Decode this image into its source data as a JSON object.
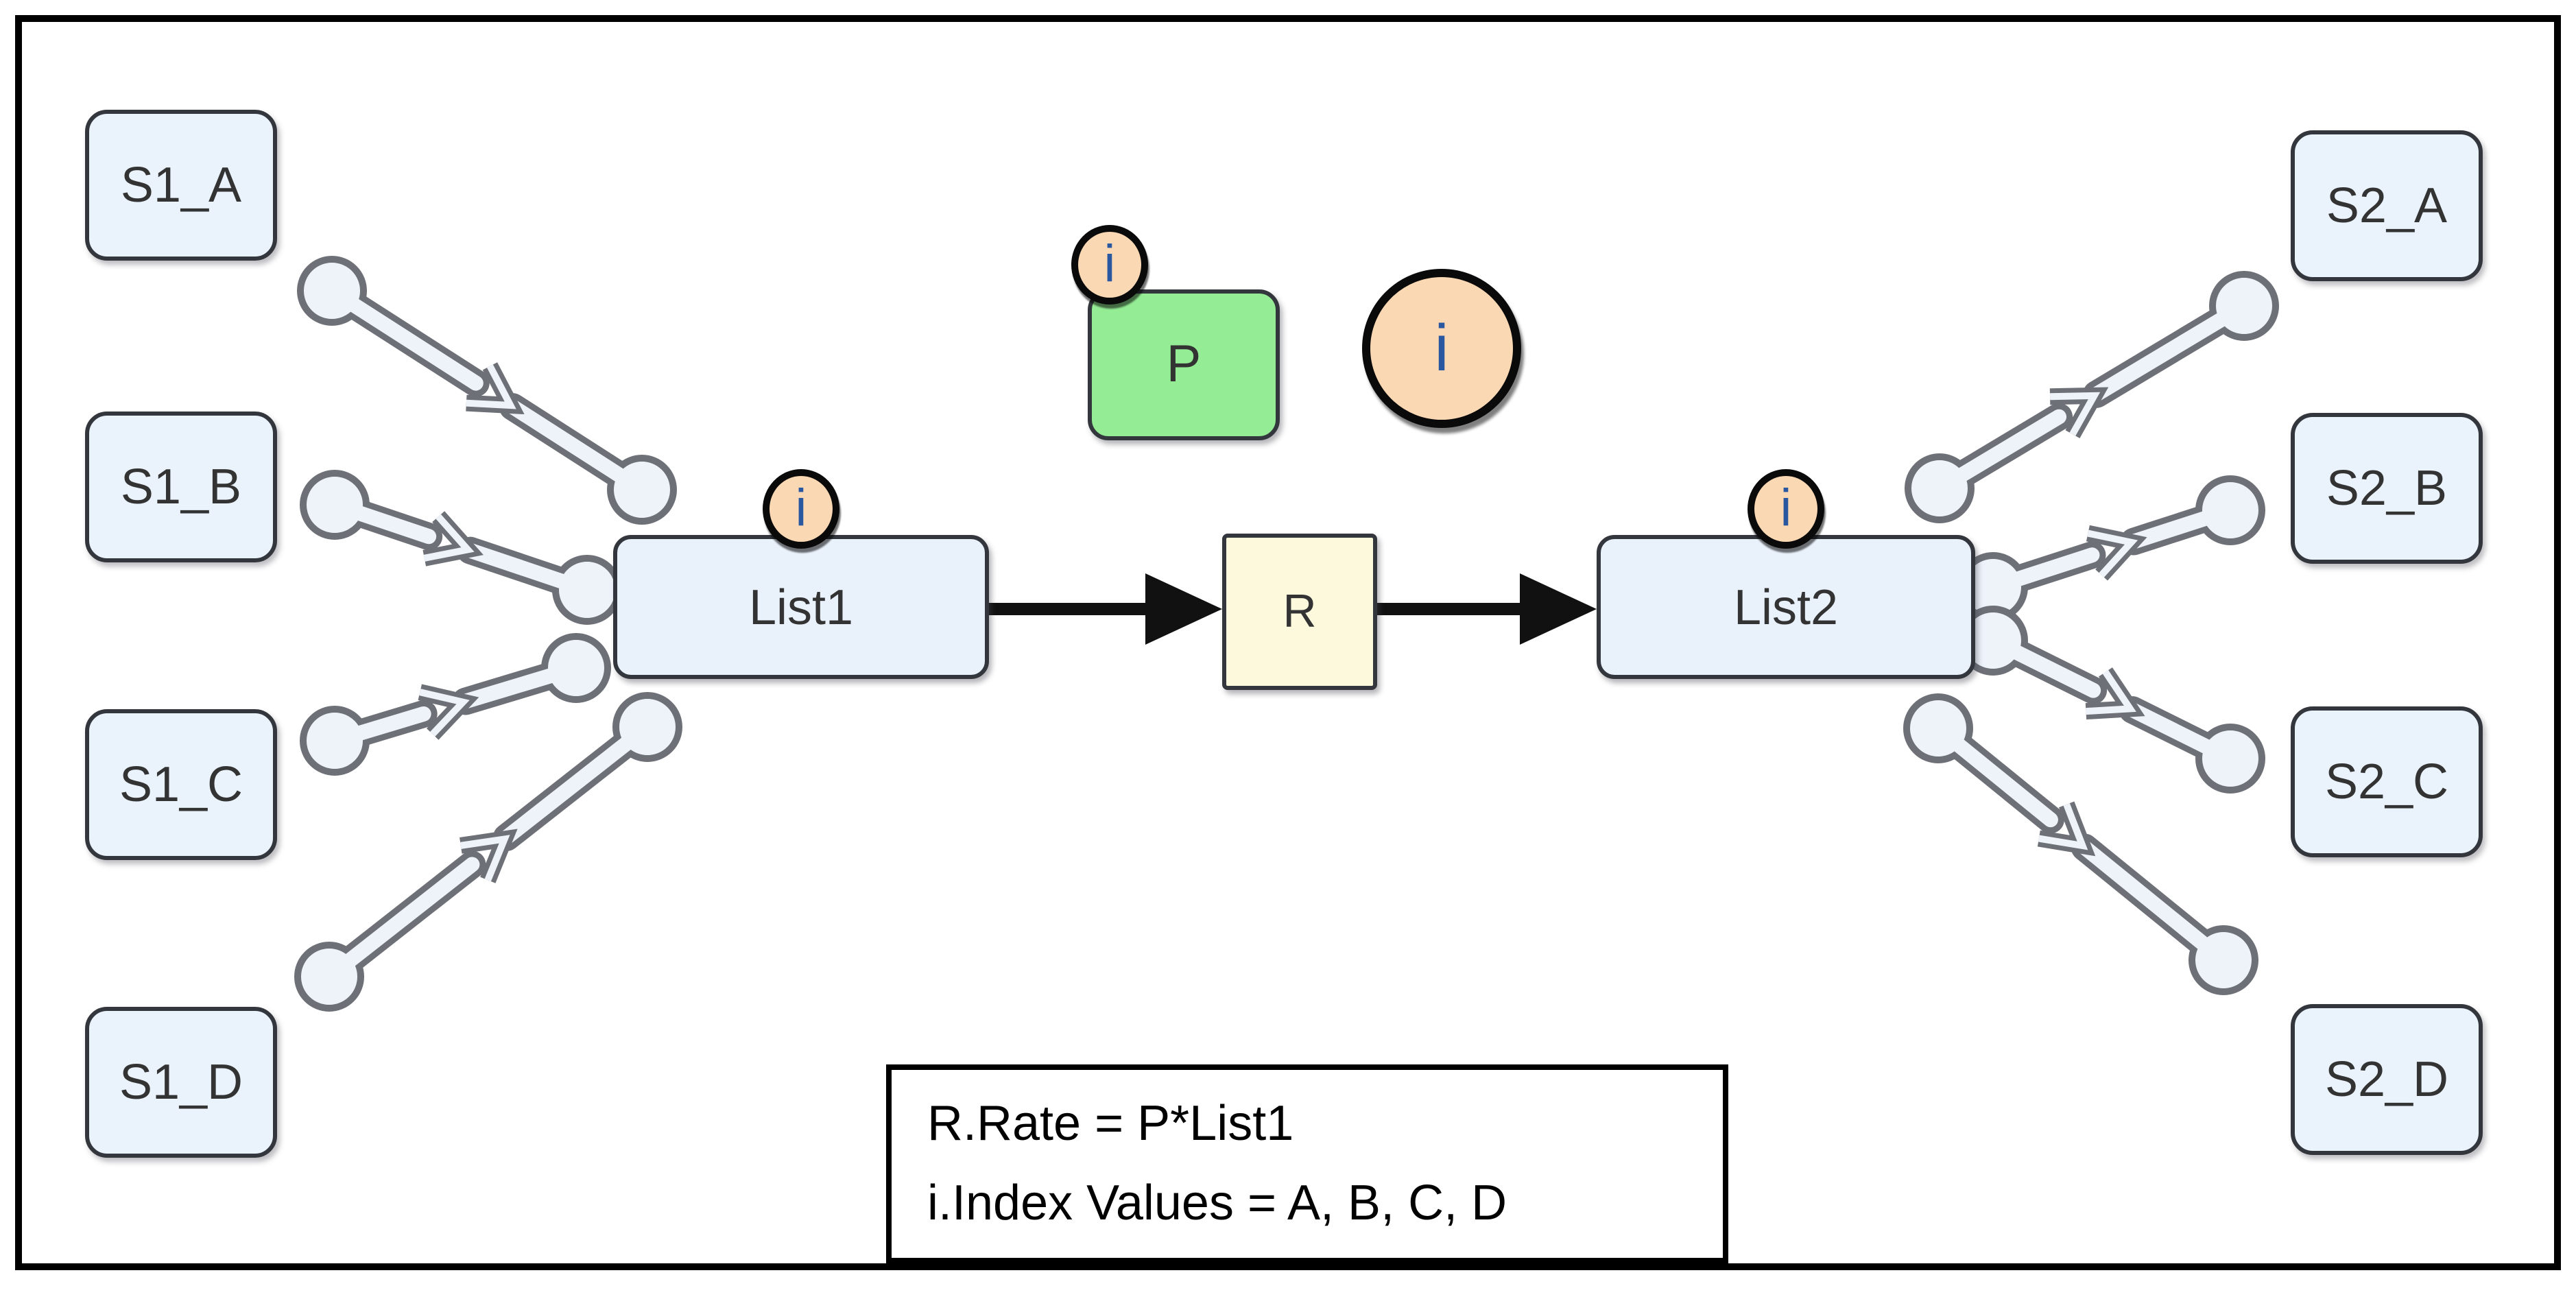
{
  "colors": {
    "background": "#ffffff",
    "frame_border": "#000000",
    "stock_fill": "#eaf2fb",
    "stock_border": "#33373d",
    "list_fill": "#e9f1fb",
    "rate_fill": "#fcf9dc",
    "param_fill": "#94ec94",
    "badge_fill": "#fbd8b4",
    "badge_text": "#2a58a0",
    "label_text": "#333333",
    "connector_fill": "#eef3fa",
    "connector_stroke": "#6d7177",
    "arrow_color": "#111111",
    "note_bg": "#ffffff",
    "note_border": "#000000",
    "note_text": "#000000"
  },
  "left_stocks": [
    {
      "label": "S1_A"
    },
    {
      "label": "S1_B"
    },
    {
      "label": "S1_C"
    },
    {
      "label": "S1_D"
    }
  ],
  "right_stocks": [
    {
      "label": "S2_A"
    },
    {
      "label": "S2_B"
    },
    {
      "label": "S2_C"
    },
    {
      "label": "S2_D"
    }
  ],
  "nodes": {
    "list1": {
      "label": "List1",
      "badge": "i"
    },
    "list2": {
      "label": "List2",
      "badge": "i"
    },
    "rate": {
      "label": "R"
    },
    "parameter": {
      "label": "P",
      "badge": "i"
    },
    "index": {
      "label": "i"
    }
  },
  "note": {
    "line1": "R.Rate = P*List1",
    "line2": "i.Index Values = A, B, C, D"
  }
}
